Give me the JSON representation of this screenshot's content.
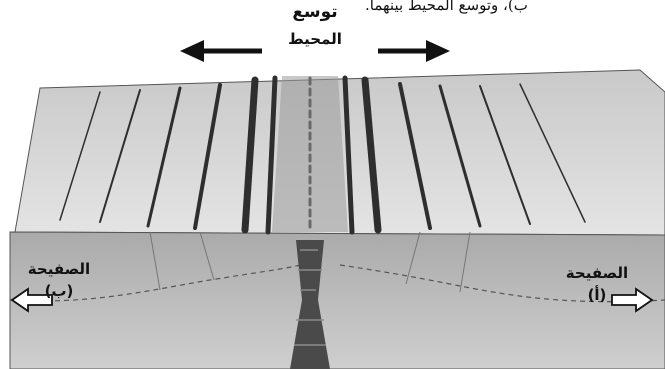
{
  "caption": "ب)، وتوسع المحيط بينهما.",
  "spreading_label": {
    "line1": "توسع",
    "line2": "المحيط"
  },
  "plate_a": {
    "name": "الصفيحة",
    "letter": "(أ)"
  },
  "plate_b": {
    "name": "الصفيحة",
    "letter": "(ب)"
  },
  "colors": {
    "ink": "#111111",
    "block_top": "#d8d8d8",
    "block_front": "#bdbdbd",
    "ridge": "#3a3a3a",
    "mantle": "#b3b3b3"
  },
  "icons": [
    "arrow-left-icon",
    "arrow-right-icon",
    "outline-arrow-left-icon",
    "outline-arrow-right-icon"
  ]
}
